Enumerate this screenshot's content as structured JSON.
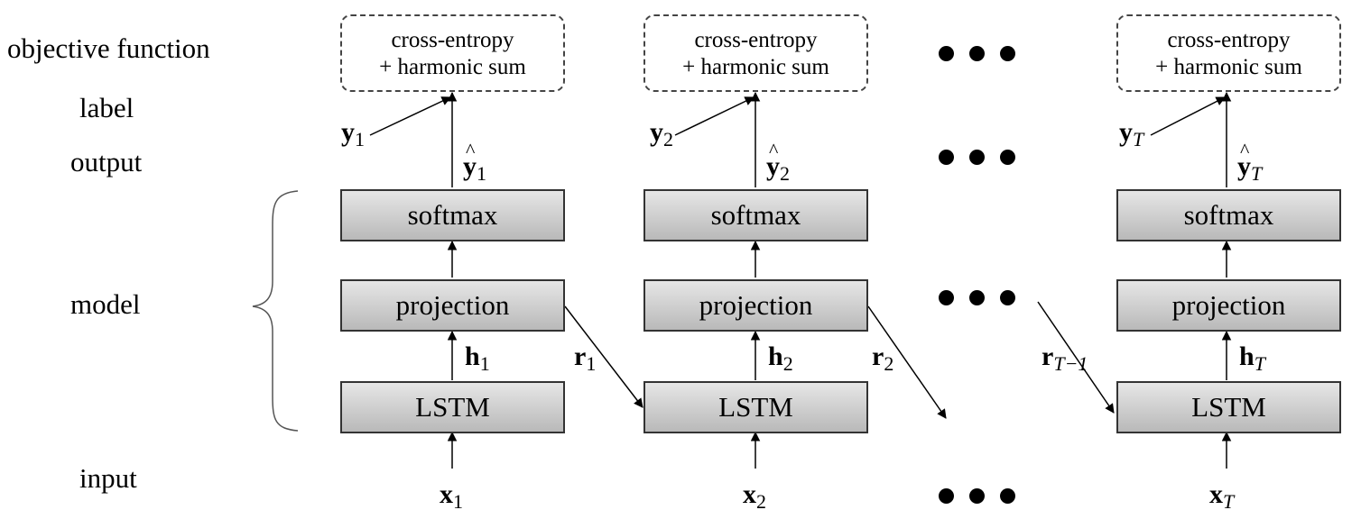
{
  "rows": {
    "objective": "objective function",
    "label": "label",
    "output": "output",
    "model": "model",
    "input": "input"
  },
  "columns": [
    {
      "sub": "1",
      "italic": false,
      "objective": [
        "cross-entropy",
        "+ harmonic sum"
      ],
      "softmax": "softmax",
      "projection": "projection",
      "lstm": "LSTM"
    },
    {
      "sub": "2",
      "italic": false,
      "objective": [
        "cross-entropy",
        "+ harmonic sum"
      ],
      "softmax": "softmax",
      "projection": "projection",
      "lstm": "LSTM"
    },
    {
      "sub": "T",
      "italic": true,
      "objective": [
        "cross-entropy",
        "+ harmonic sum"
      ],
      "softmax": "softmax",
      "projection": "projection",
      "lstm": "LSTM"
    }
  ],
  "vars": {
    "y": "y",
    "yhat": "y",
    "h": "h",
    "x": "x",
    "r": "r",
    "r_sub_1": "1",
    "r_sub_2": "2",
    "r_sub_T": "T−1"
  }
}
